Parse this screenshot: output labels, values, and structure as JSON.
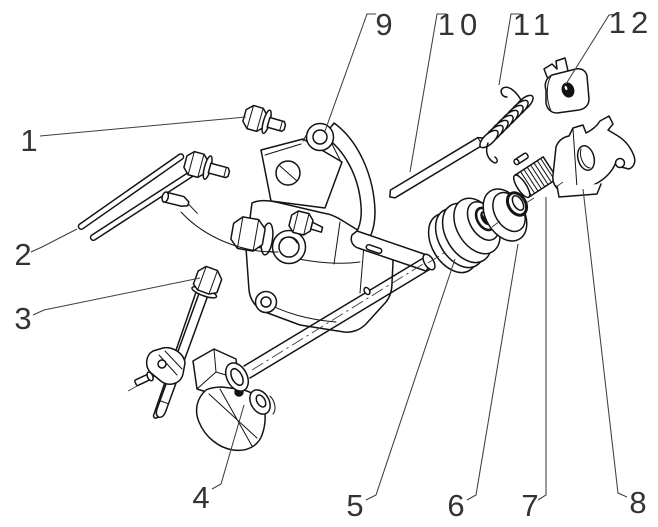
{
  "figure": {
    "kind": "exploded-view-line-drawing",
    "background": "#ffffff",
    "stroke_color": "#141414",
    "label_color": "#343434",
    "leader_color": "#3f3f3f"
  },
  "callouts": [
    {
      "label": "1"
    },
    {
      "label": "2"
    },
    {
      "label": "3"
    },
    {
      "label": "4"
    },
    {
      "label": "5"
    },
    {
      "label": "6"
    },
    {
      "label": "7"
    },
    {
      "label": "8"
    },
    {
      "label": "9"
    },
    {
      "label": "10"
    },
    {
      "label": "11"
    },
    {
      "label": "12"
    }
  ]
}
